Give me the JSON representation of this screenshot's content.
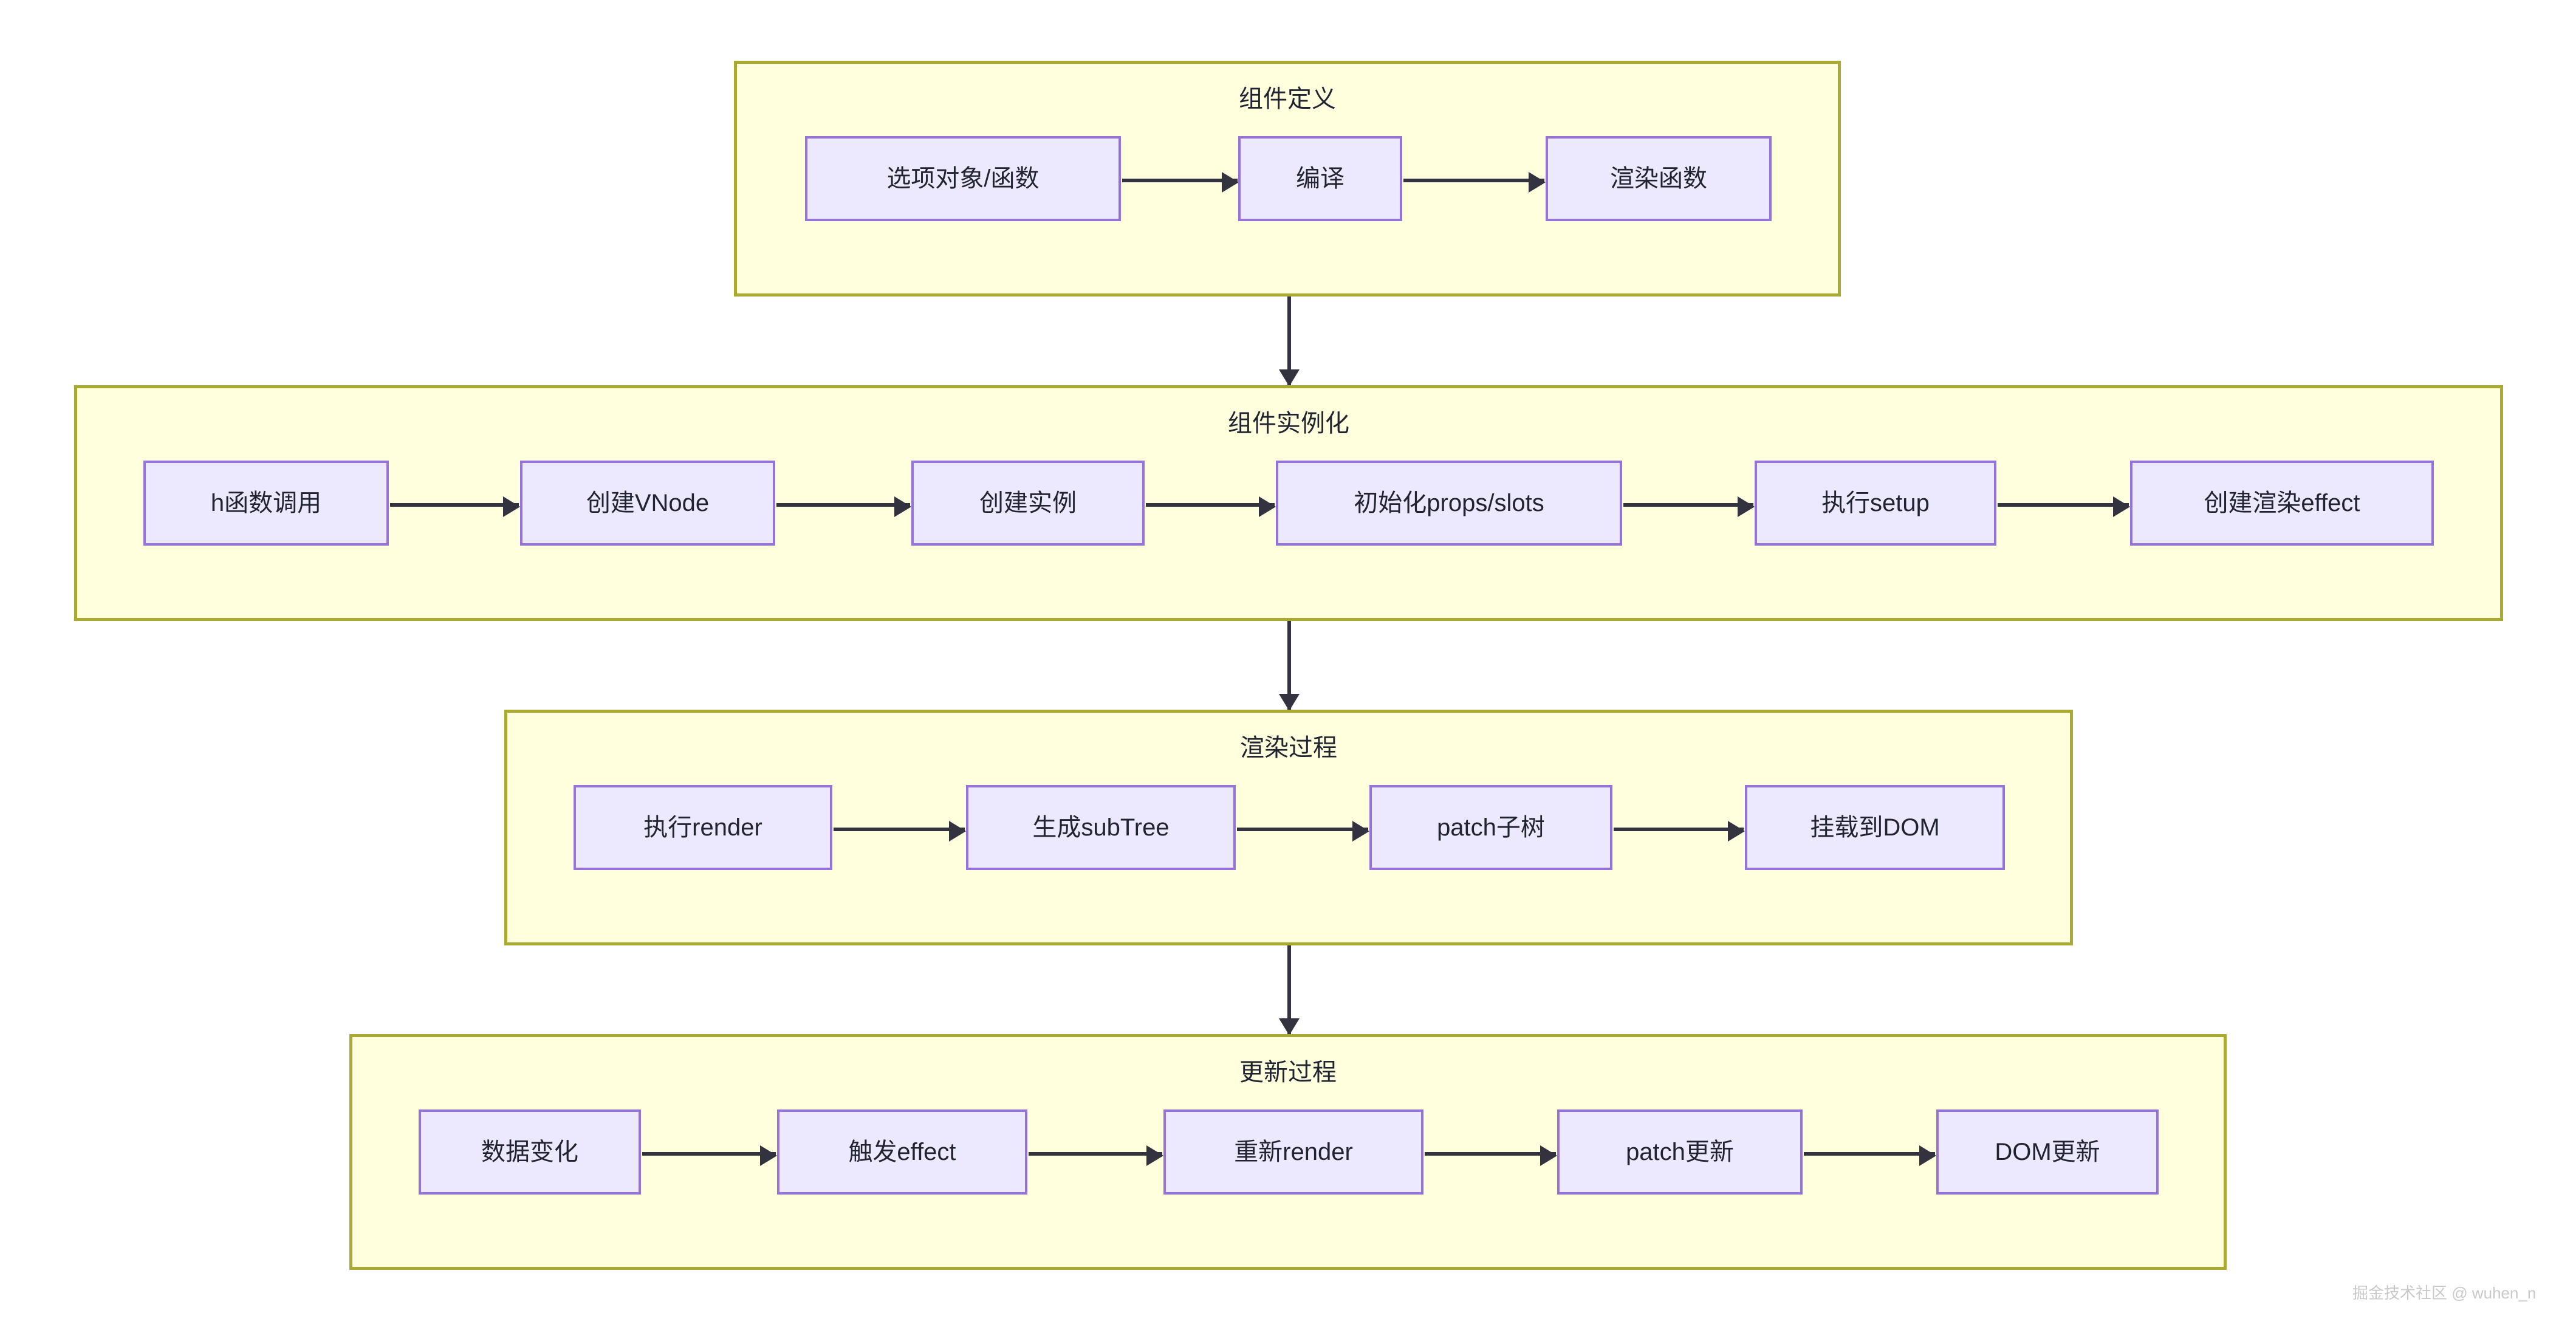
{
  "diagram": {
    "title": "Vue component lifecycle flowchart",
    "colors": {
      "subgraph_fill": "#ffffde",
      "subgraph_border": "#aaaa33",
      "node_fill": "#ece8fd",
      "node_border": "#9673d8",
      "arrow": "#333340",
      "text": "#1f2430",
      "watermark": "#c9c9c9",
      "background": "#ffffff"
    },
    "sections": [
      {
        "id": "component-definition",
        "title": "组件定义",
        "nodes": [
          {
            "id": "options-object-function",
            "label": "选项对象/函数"
          },
          {
            "id": "compile",
            "label": "编译"
          },
          {
            "id": "render-function",
            "label": "渲染函数"
          }
        ]
      },
      {
        "id": "component-instantiation",
        "title": "组件实例化",
        "nodes": [
          {
            "id": "h-function-call",
            "label": "h函数调用"
          },
          {
            "id": "create-vnode",
            "label": "创建VNode"
          },
          {
            "id": "create-instance",
            "label": "创建实例"
          },
          {
            "id": "init-props-slots",
            "label": "初始化props/slots"
          },
          {
            "id": "run-setup",
            "label": "执行setup"
          },
          {
            "id": "create-render-effect",
            "label": "创建渲染effect"
          }
        ]
      },
      {
        "id": "render-process",
        "title": "渲染过程",
        "nodes": [
          {
            "id": "run-render",
            "label": "执行render"
          },
          {
            "id": "generate-subtree",
            "label": "生成subTree"
          },
          {
            "id": "patch-subtree",
            "label": "patch子树"
          },
          {
            "id": "mount-to-dom",
            "label": "挂载到DOM"
          }
        ]
      },
      {
        "id": "update-process",
        "title": "更新过程",
        "nodes": [
          {
            "id": "data-change",
            "label": "数据变化"
          },
          {
            "id": "trigger-effect",
            "label": "触发effect"
          },
          {
            "id": "re-render",
            "label": "重新render"
          },
          {
            "id": "patch-update",
            "label": "patch更新"
          },
          {
            "id": "dom-update",
            "label": "DOM更新"
          }
        ]
      }
    ],
    "watermark": "掘金技术社区 @ wuhen_n"
  }
}
